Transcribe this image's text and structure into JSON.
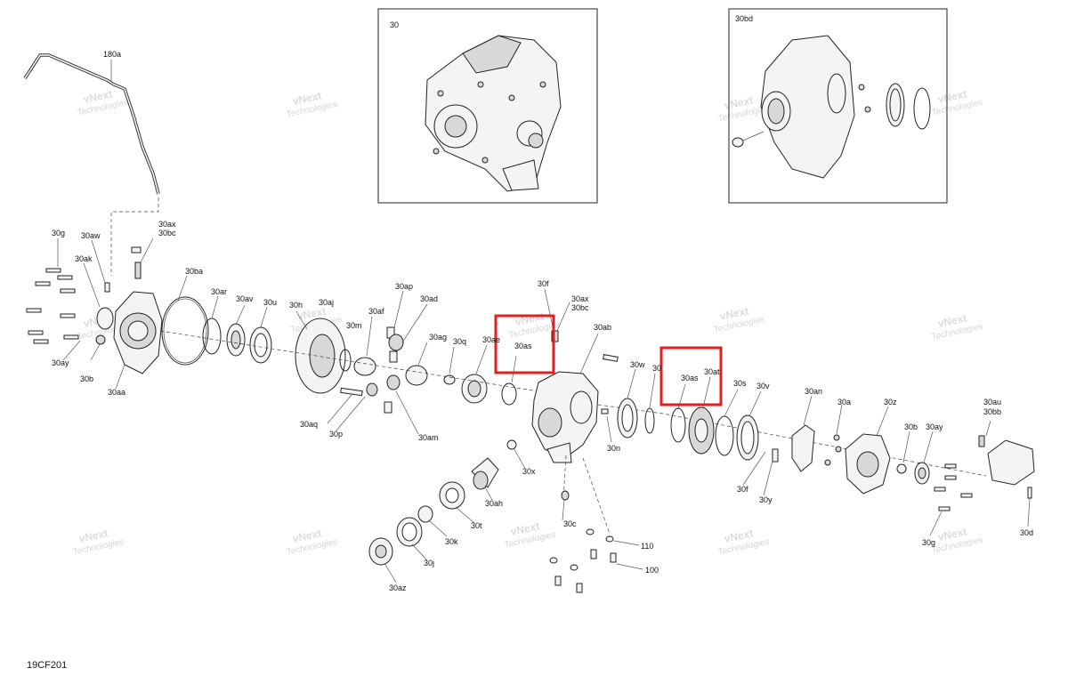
{
  "diagram_code": "19CF201",
  "watermark": {
    "line1": "vNext",
    "line2": "Technologies",
    "full": "vNext Technologies"
  },
  "inset_left_label": "30",
  "inset_right_label": "30bd",
  "highlight_color": "#e02020",
  "labels": {
    "l180a": "180a",
    "l30g": "30g",
    "l30aw": "30aw",
    "l30ak": "30ak",
    "l30ax": "30ax",
    "l30bc": "30bc",
    "l30ba": "30ba",
    "l30ar": "30ar",
    "l30av": "30av",
    "l30u": "30u",
    "l30h": "30h",
    "l30ad_b": "30aj",
    "l30ap": "30ap",
    "l30ad": "30ad",
    "l30af": "30af",
    "l30m": "30m",
    "l30ag": "30ag",
    "l30q": "30q",
    "l30ae": "30ae",
    "l30f_top": "30f",
    "l30ax2": "30ax",
    "l30bc2": "30bc",
    "l30ab": "30ab",
    "l30as1": "30as",
    "l30as2": "30as",
    "l30at": "30at",
    "l30w": "30w",
    "l30e": "30",
    "l30s": "30s",
    "l30v": "30v",
    "l30an": "30an",
    "l30a": "30a",
    "l30z": "30z",
    "l30b2": "30b",
    "l30ay2": "30ay",
    "l30au": "30au",
    "l30bb": "30bb",
    "l30ay": "30ay",
    "l30b": "30b",
    "l30aa": "30aa",
    "l30aq": "30aq",
    "l30p": "30p",
    "l30am": "30am",
    "l30n": "30n",
    "l30x": "30x",
    "l30ah": "30ah",
    "l30c": "30c",
    "l30t": "30t",
    "l30k": "30k",
    "l30j": "30j",
    "l30az": "30az",
    "l110": "110",
    "l100": "100",
    "l30f2": "30f",
    "l30y": "30y",
    "l30g2": "30g",
    "l30d": "30d"
  }
}
